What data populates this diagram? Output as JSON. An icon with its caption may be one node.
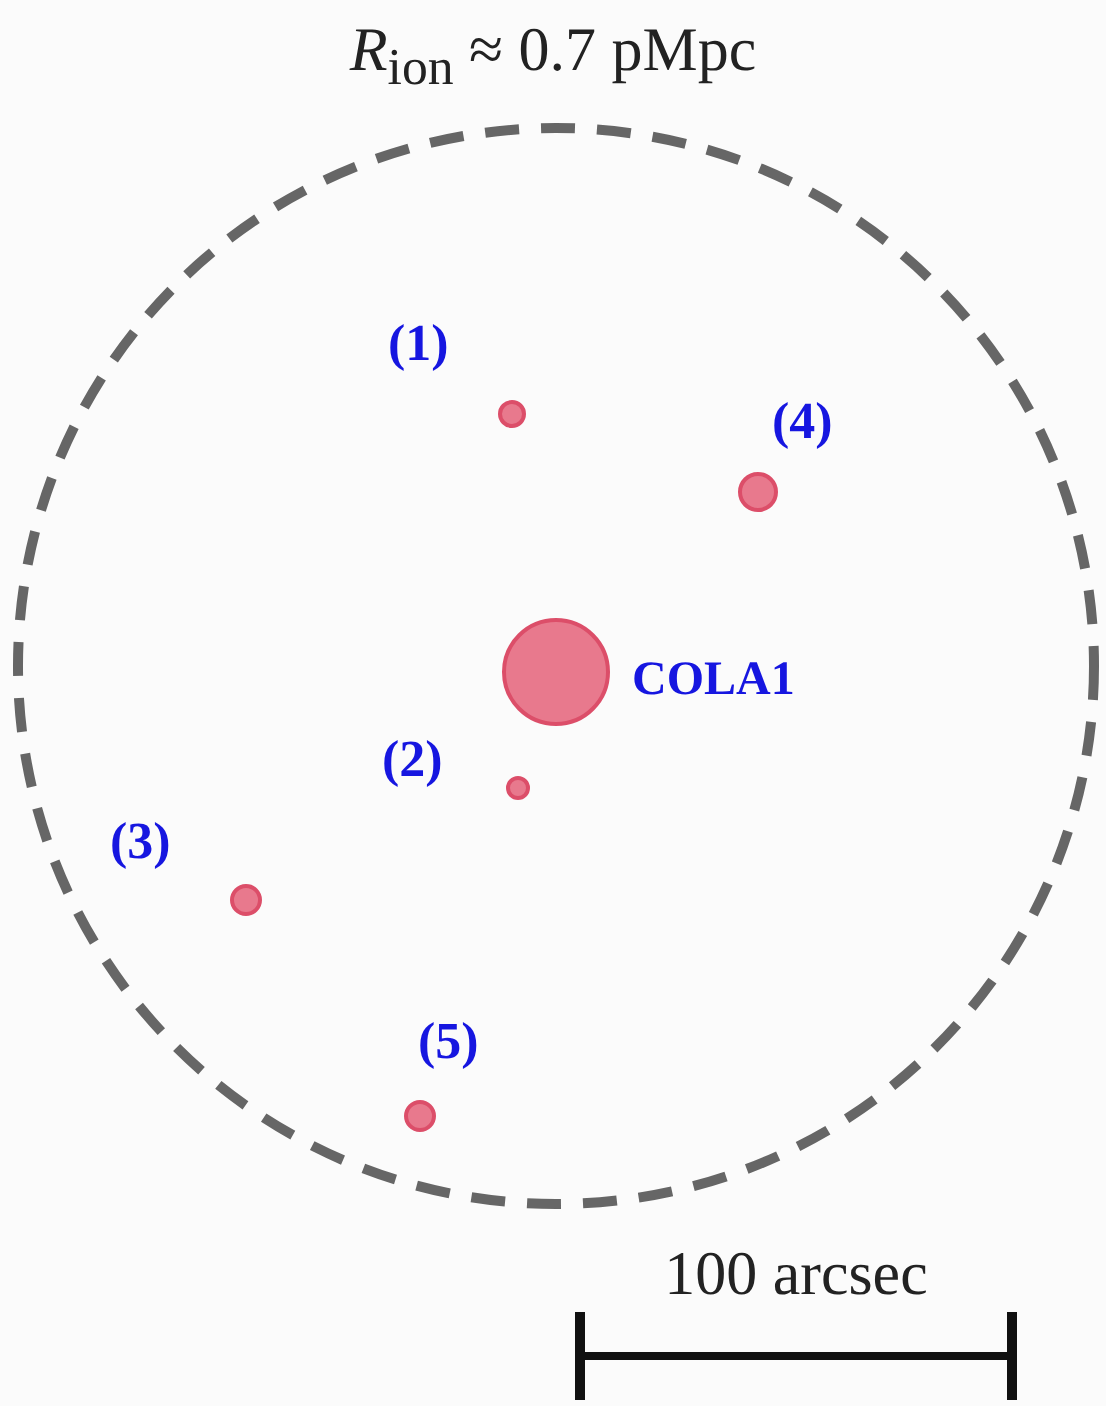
{
  "diagram": {
    "title": "*R*$_{ion}$ ≈ 0.7 pMpc",
    "nodes": [
      {
        "text": [],
        "shape": "circle"
      },
      {
        "text": [],
        "shape": "circle",
        "in": 0,
        "beside": [
          "(1)"
        ]
      },
      {
        "text": [],
        "shape": "circle",
        "in": 0,
        "beside": [
          "(4)"
        ]
      },
      {
        "text": [],
        "shape": "circle",
        "in": 0,
        "beside": [
          "COLA1"
        ]
      },
      {
        "text": [],
        "shape": "circle",
        "in": 0,
        "beside": [
          "(2)"
        ]
      },
      {
        "text": [],
        "shape": "circle",
        "in": 0,
        "beside": [
          "(3)"
        ]
      },
      {
        "text": [],
        "shape": "circle",
        "in": 0,
        "beside": [
          "(5)"
        ]
      }
    ],
    "labels": [
      "100 arcsec"
    ]
  }
}
